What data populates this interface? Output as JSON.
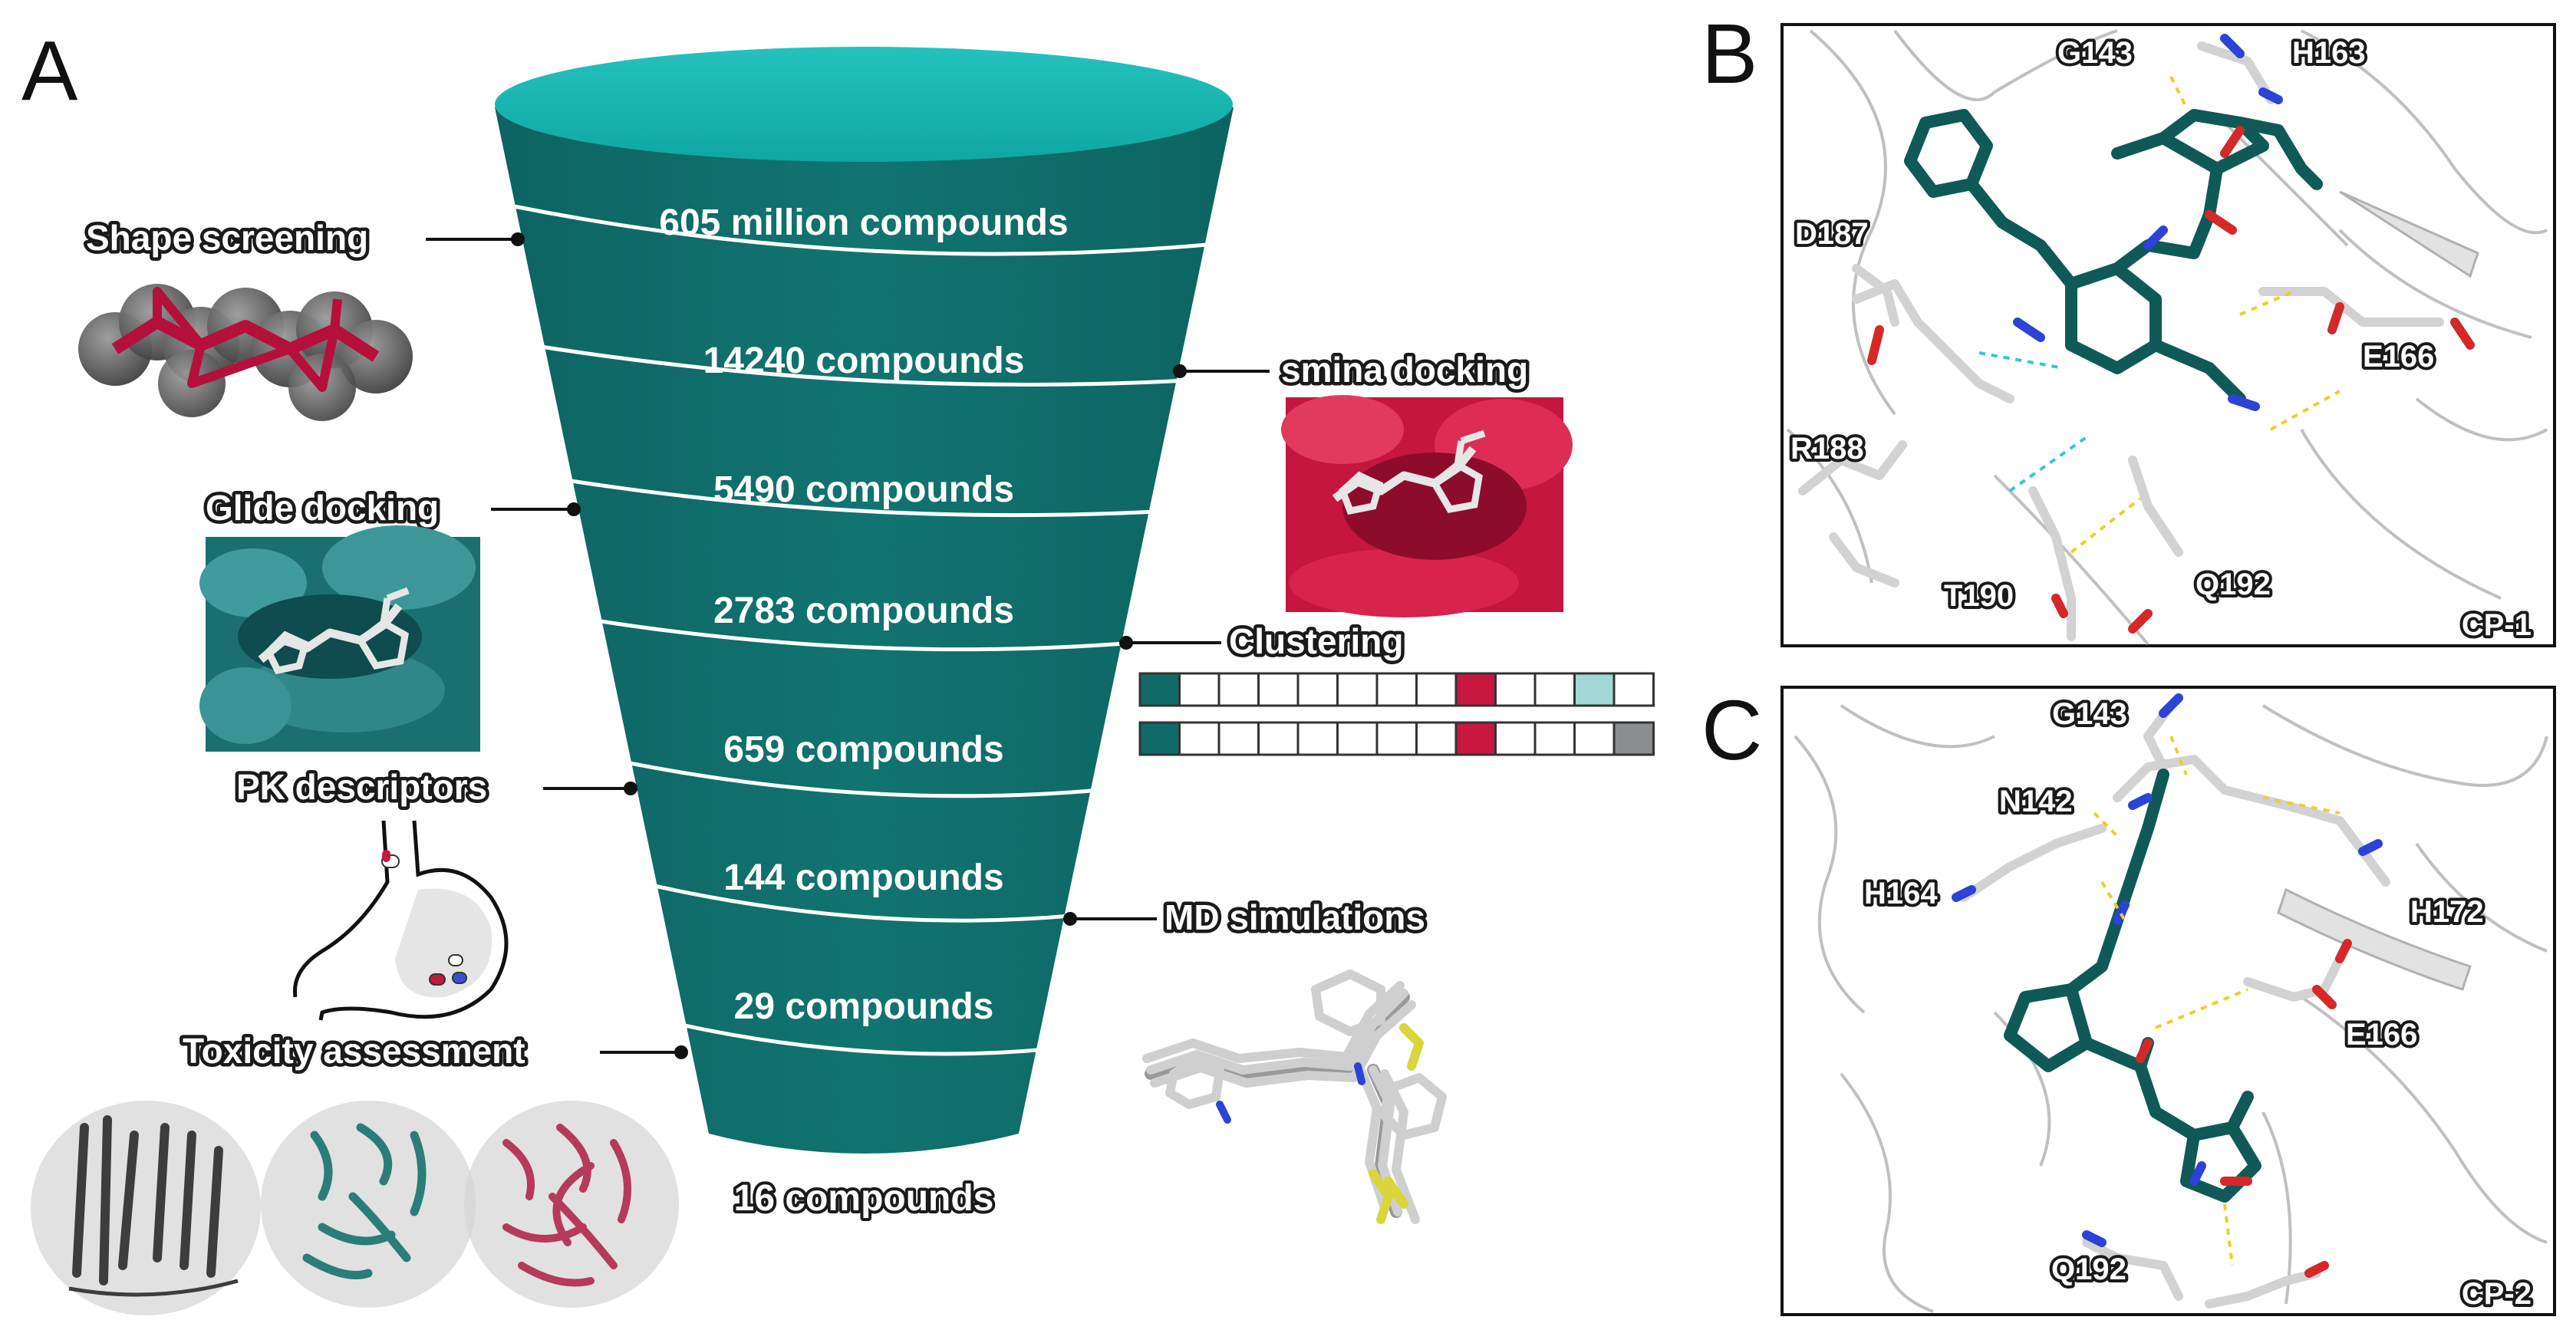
{
  "colors": {
    "teal": "#0f6b68",
    "teal_light": "#16b3b0",
    "crimson": "#c8173f",
    "mint": "#9fd8d4",
    "grey": "#8a8d8f"
  },
  "panels": {
    "a": {
      "letter": "A",
      "stages": [
        "605 million compounds",
        "14240 compounds",
        "5490 compounds",
        "2783 compounds",
        "659 compounds",
        "144 compounds",
        "29 compounds"
      ],
      "final": "16 compounds",
      "methods": {
        "shape_screening": "Shape screening",
        "smina_docking": "smina docking",
        "glide_docking": "Glide docking",
        "clustering": "Clustering",
        "pk_descriptors": "PK descriptors",
        "md_simulations": "MD simulations",
        "toxicity": "Toxicity assessment"
      },
      "clustering_rows": [
        [
          "teal",
          "white",
          "white",
          "white",
          "white",
          "white",
          "white",
          "white",
          "crimson",
          "white",
          "white",
          "mint",
          "white"
        ],
        [
          "teal",
          "white",
          "white",
          "white",
          "white",
          "white",
          "white",
          "white",
          "crimson",
          "white",
          "white",
          "white",
          "grey"
        ]
      ]
    },
    "b": {
      "letter": "B",
      "residues": [
        "G143",
        "H163",
        "D187",
        "E166",
        "R188",
        "T190",
        "Q192"
      ],
      "compound": "CP-1"
    },
    "c": {
      "letter": "C",
      "residues": [
        "G143",
        "N142",
        "H164",
        "H172",
        "E166",
        "Q192"
      ],
      "compound": "CP-2"
    }
  }
}
